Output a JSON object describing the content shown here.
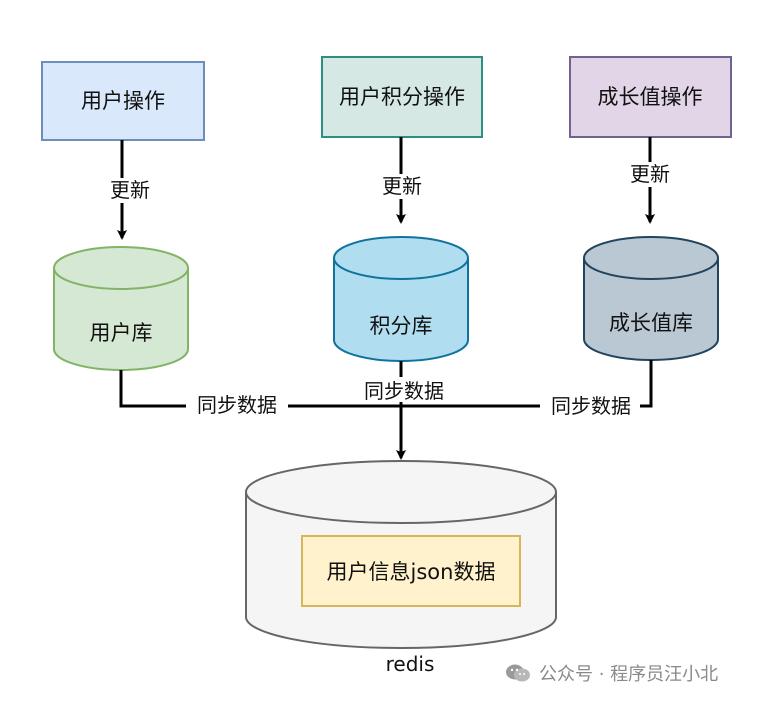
{
  "colors": {
    "user_box": "#dae8fc",
    "user_box_stroke": "#6c8ebf",
    "points_box": "#d5e8e4",
    "points_box_stroke": "#2c8f82",
    "growth_box": "#e1d5e7",
    "growth_box_stroke": "#6f6491",
    "user_db": "#d5e8d4",
    "user_db_stroke": "#82b366",
    "points_db": "#b1ddf0",
    "points_db_stroke": "#10739e",
    "growth_db": "#bac8d3",
    "growth_db_stroke": "#23445d",
    "redis_db": "#f5f5f5",
    "redis_db_stroke": "#666666",
    "json_box": "#fff2cc",
    "json_box_stroke": "#d6b656",
    "line": "#000000"
  },
  "boxes": {
    "user_op": "用户操作",
    "points_op": "用户积分操作",
    "growth_op": "成长值操作"
  },
  "edges": {
    "update_left": "更新",
    "update_mid": "更新",
    "update_right": "更新",
    "sync_left": "同步数据",
    "sync_mid": "同步数据",
    "sync_right": "同步数据"
  },
  "databases": {
    "user_db": "用户库",
    "points_db": "积分库",
    "growth_db": "成长值库",
    "redis": "redis"
  },
  "json_box": "用户信息json数据",
  "watermark": {
    "icon": "wechat-icon",
    "text": "公众号 · 程序员汪小北"
  }
}
